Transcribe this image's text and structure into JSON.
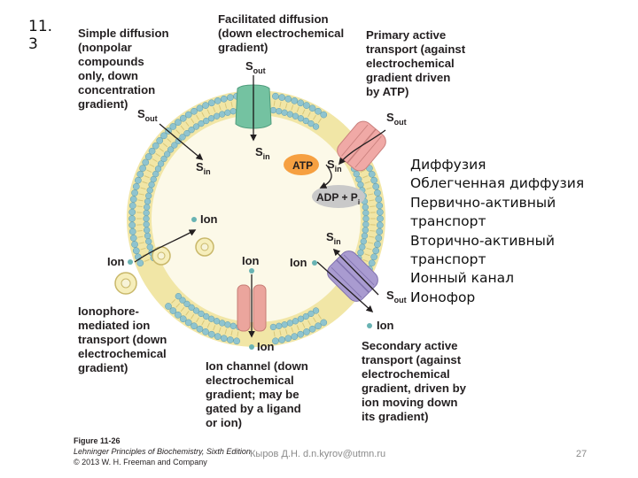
{
  "slide": {
    "number": "11.\n3"
  },
  "diagram": {
    "labels": {
      "simple_diffusion": "Simple diffusion\n(nonpolar\ncompounds\nonly, down\nconcentration\ngradient)",
      "facilitated_diffusion": "Facilitated diffusion\n(down electrochemical\ngradient)",
      "primary_active": "Primary active\ntransport (against\nelectrochemical\ngradient driven\nby ATP)",
      "ionophore": "Ionophore-\nmediated ion\ntransport (down\nelectrochemical\ngradient)",
      "ion_channel": "Ion channel (down\nelectrochemical\ngradient; may be\ngated by a ligand\nor ion)",
      "secondary_active": "Secondary active\ntransport (against\nelectrochemical\ngradient, driven by\nion moving down\nits gradient)"
    },
    "symbols": {
      "s": "S",
      "sub_out": "out",
      "sub_in": "in",
      "atp": "ATP",
      "adp": "ADP + P",
      "sub_i": "i",
      "ion": "Ion"
    },
    "colors": {
      "membrane": "#f1e6a6",
      "head": "#8fc4cf",
      "head_edge": "#5d9aa8",
      "cell_interior": "#fcf9e8",
      "facilitated_protein": "#74c2a1",
      "primary_protein": "#f0a9a6",
      "secondary_protein": "#a99bd0",
      "channel_protein": "#eba59d",
      "atp": "#f6a041",
      "adp": "#c9c9c9",
      "ion": "#69b3b3"
    }
  },
  "russian_list": [
    "Диффузия",
    "Облегченная диффузия",
    "Первично-активный",
    "транспорт",
    "Вторично-активный",
    "транспорт",
    "Ионный канал",
    "Ионофор"
  ],
  "caption": {
    "figure": "Figure 11-26",
    "book": "Lehninger Principles of Biochemistry, Sixth Edition",
    "copyright": "© 2013 W. H. Freeman and Company"
  },
  "footer": {
    "author": "Кыров Д.Н. d.n.kyrov@utmn.ru",
    "page": "27"
  }
}
